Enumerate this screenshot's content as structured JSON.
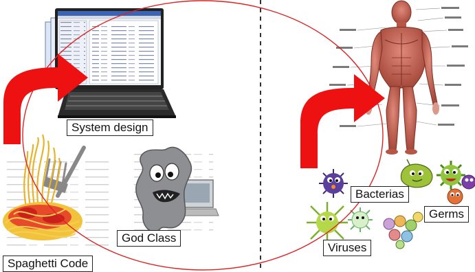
{
  "labels": {
    "system_design": "System design",
    "god_class": "God Class",
    "spaghetti_code": "Spaghetti Code",
    "bacterias": "Bacterias",
    "germs": "Germs",
    "viruses": "Viruses"
  },
  "colors": {
    "arrow": "#ee1111",
    "ellipse": "#dd2222",
    "divider": "#333333"
  },
  "icons": {
    "laptop": "laptop-icon",
    "anatomy": "human-anatomy-figure",
    "spaghetti": "spaghetti-fork-icon",
    "god_class": "monster-computer-icon",
    "microbes": "germ-icons"
  }
}
